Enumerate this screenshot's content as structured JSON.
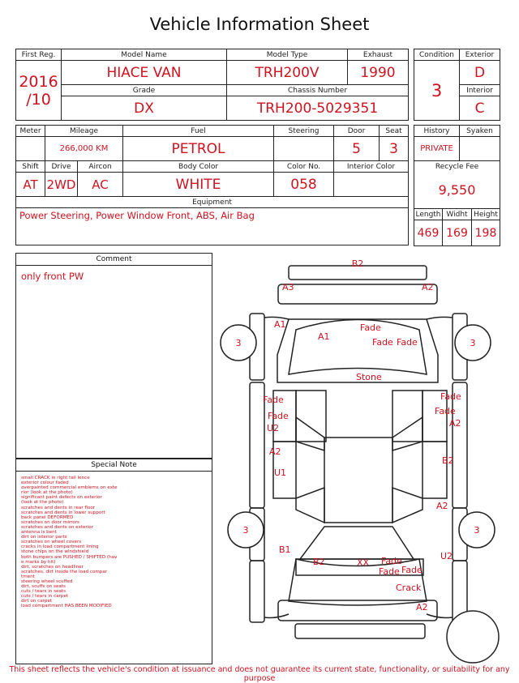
{
  "title": "Vehicle Information Sheet",
  "labels": {
    "first_reg": "First Reg.",
    "model_name": "Model Name",
    "model_type": "Model Type",
    "exhaust": "Exhaust",
    "grade": "Grade",
    "chassis": "Chassis Number",
    "condition": "Condition",
    "exterior": "Exterior",
    "interior": "Interior",
    "meter": "Meter",
    "mileage": "Mileage",
    "fuel": "Fuel",
    "steering": "Steering",
    "door": "Door",
    "seat": "Seat",
    "history": "History",
    "syaken": "Syaken",
    "shift": "Shift",
    "drive": "Drive",
    "aircon": "Aircon",
    "body_color": "Body Color",
    "color_no": "Color No.",
    "interior_color": "Interior Color",
    "recycle_fee": "Recycle Fee",
    "equipment": "Equipment",
    "length": "Length",
    "width": "Widht",
    "height": "Height",
    "comment": "Comment",
    "special_note": "Special Note"
  },
  "values": {
    "first_reg_year": "2016",
    "first_reg_month": "/10",
    "model_name": "HIACE VAN",
    "model_type": "TRH200V",
    "exhaust": "1990",
    "grade": "DX",
    "chassis": "TRH200-5029351",
    "condition": "3",
    "exterior": "D",
    "interior": "C",
    "meter": "",
    "mileage": "266,000 KM",
    "fuel": "PETROL",
    "steering": "",
    "door": "5",
    "seat": "3",
    "history": "PRIVATE",
    "syaken": "",
    "shift": "AT",
    "drive": "2WD",
    "aircon": "AC",
    "body_color": "WHITE",
    "color_no": "058",
    "interior_color": "",
    "recycle_fee": "9,550",
    "equipment": "Power Steering, Power Window  Front, ABS, Air Bag",
    "length": "469",
    "width": "169",
    "height": "198"
  },
  "comment": "only front PW",
  "special_notes": [
    "small CRACK in right tail lence",
    "exterior colour faded",
    "overpainted commercial emblems on exte",
    "rior (look at the photo)",
    "significant paint defects on exterior",
    "  (look at the photo)",
    "scratches and dents in rear floor",
    "scratches and dents in lower support",
    "back panel DEFORMED",
    "scratches on door mirrors",
    "scratches and dents on exterior",
    "antenna is bent",
    "dirt on interior parts",
    "scratches on wheel covers",
    "cracks in load compartment lining",
    "stone chips on the windshield",
    "both bumpers are PUSHED / SHIFTED (hav",
    "e marks by hit)",
    "dirt, scratches on headliner",
    "scratches, dirt inside the load compar",
    "tment",
    "steering wheel scuffed",
    "dirt, scuffs on seats",
    "cuts / tears in seats",
    "cuts / tears in carpet",
    "dirt on carpet",
    "load compartment HAS BEEN MODIFIED"
  ],
  "damage_marks": {
    "b2_top": "B2",
    "a3": "A3",
    "a2_top": "A2",
    "a1_left": "A1",
    "a1_windshield": "A1",
    "fade_1": "Fade",
    "fade_2": "Fade",
    "fade_3": "Fade",
    "stone": "Stone",
    "fade_left_1": "Fade",
    "fade_left_2": "Fade",
    "u2_left": "U2",
    "fade_right_1": "Fade",
    "fade_right_2": "Fade",
    "a2_right_door": "A2",
    "a2_left": "A2",
    "u1": "U1",
    "b2_right": "B2",
    "a2_right_rear": "A2",
    "b1": "B1",
    "b2_rear": "B2",
    "xx": "XX",
    "fade_rear_1": "Fade",
    "fade_rear_2": "Fade",
    "fade_rear_3": "Fade",
    "u2_right": "U2",
    "crack": "Crack",
    "a2_bottom": "A2",
    "tire_fl": "3",
    "tire_fr": "3",
    "tire_rl": "3",
    "tire_rr": "3"
  },
  "footer": "This sheet reflects the vehicle's condition at issuance and does not guarantee its current state, functionality, or suitability for any purpose",
  "colors": {
    "accent": "#d0121f",
    "line": "#222222"
  }
}
